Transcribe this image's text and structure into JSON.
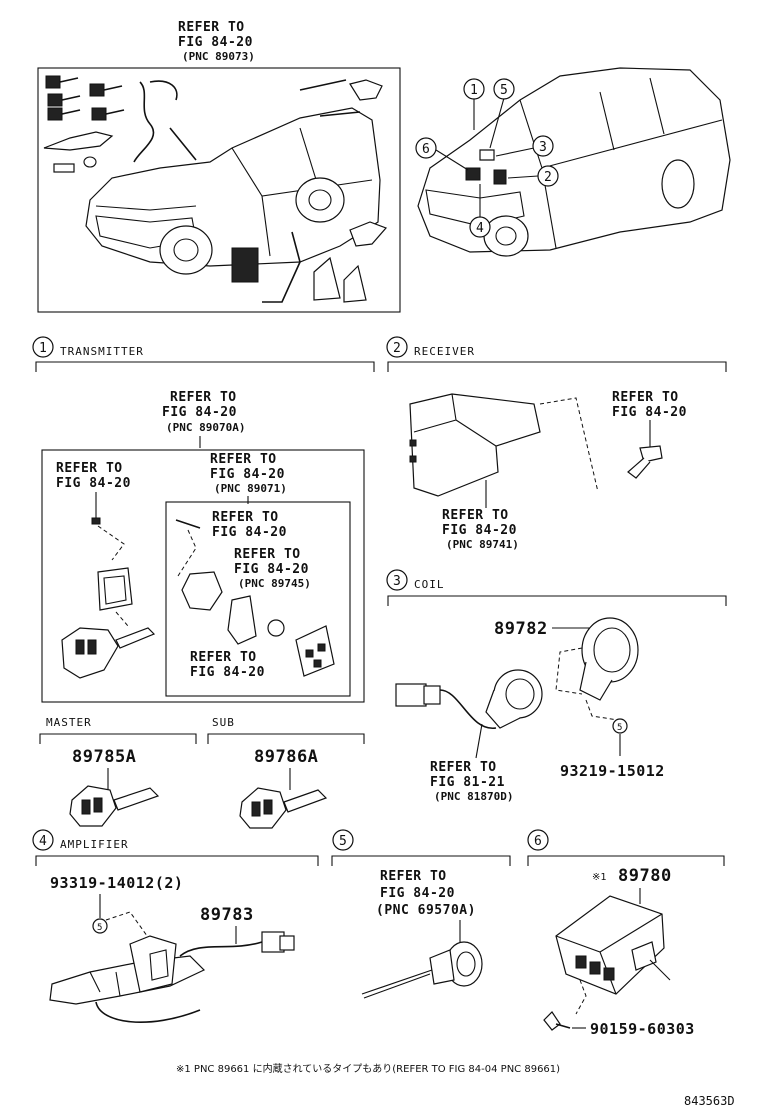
{
  "overview": {
    "ref_left": {
      "line1": "REFER TO",
      "line2": "FIG 84-20",
      "line3": "(PNC 89073)"
    },
    "callouts": [
      "1",
      "5",
      "6",
      "3",
      "2",
      "4"
    ]
  },
  "sections": {
    "transmitter": {
      "num": "1",
      "label": "TRANSMITTER",
      "ref_top": {
        "line1": "REFER TO",
        "line2": "FIG 84-20",
        "line3": "(PNC 89070A)"
      },
      "ref_key": {
        "line1": "REFER TO",
        "line2": "FIG 84-20"
      },
      "ref_inner": {
        "line1": "REFER TO",
        "line2": "FIG 84-20",
        "line3": "(PNC 89071)"
      },
      "ref_case": {
        "line1": "REFER TO",
        "line2": "FIG 84-20"
      },
      "ref_cover": {
        "line1": "REFER TO",
        "line2": "FIG 84-20",
        "line3": "(PNC 89745)"
      },
      "ref_bottom": {
        "line1": "REFER TO",
        "line2": "FIG 84-20"
      }
    },
    "receiver": {
      "num": "2",
      "label": "RECEIVER",
      "ref_screw": {
        "line1": "REFER TO",
        "line2": "FIG 84-20"
      },
      "ref_unit": {
        "line1": "REFER TO",
        "line2": "FIG 84-20",
        "line3": "(PNC 89741)"
      }
    },
    "coil": {
      "num": "3",
      "label": "COIL",
      "part": "89782",
      "screw_num": "5",
      "screw_part": "93219-15012",
      "ref": {
        "line1": "REFER TO",
        "line2": "FIG 81-21",
        "line3": "(PNC 81870D)"
      }
    },
    "master": {
      "label": "MASTER",
      "part": "89785A"
    },
    "sub": {
      "label": "SUB",
      "part": "89786A"
    },
    "amplifier": {
      "num": "4",
      "label": "AMPLIFIER",
      "screw_part": "93319-14012(2)",
      "screw_num": "5",
      "part": "89783"
    },
    "five": {
      "num": "5",
      "ref": {
        "line1": "REFER TO",
        "line2": "FIG 84-20",
        "line3": "(PNC 69570A)"
      }
    },
    "six": {
      "num": "6",
      "mark": "※1",
      "part": "89780",
      "screw_part": "90159-60303"
    }
  },
  "footnote": "※1  PNC 89661 に内蔵されているタイプもあり(REFER TO FIG 84-04  PNC 89661)",
  "drawing_id": "843563D"
}
